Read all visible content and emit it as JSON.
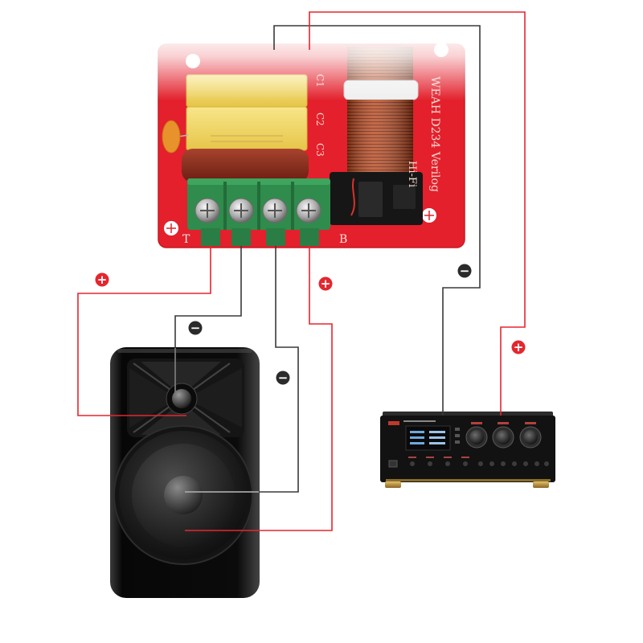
{
  "board": {
    "model_text": "WEAH D234 Verilog",
    "hifi_text": "Hi-Fi",
    "capacitor_labels": [
      "C1",
      "C2",
      "C3"
    ],
    "terminal_labels": {
      "left": "T",
      "right": "B"
    }
  },
  "markers": [
    {
      "sign": "+",
      "color": "#e5262e"
    },
    {
      "sign": "−",
      "color": "#2b2b2b"
    },
    {
      "sign": "−",
      "color": "#2b2b2b"
    },
    {
      "sign": "+",
      "color": "#e5262e"
    },
    {
      "sign": "−",
      "color": "#2b2b2b"
    },
    {
      "sign": "+",
      "color": "#e5262e"
    }
  ],
  "colors": {
    "positive_wire": "#e5262e",
    "negative_wire": "#3a3a3a",
    "board": "#e3202c",
    "terminal_block": "#2f8c4c"
  }
}
